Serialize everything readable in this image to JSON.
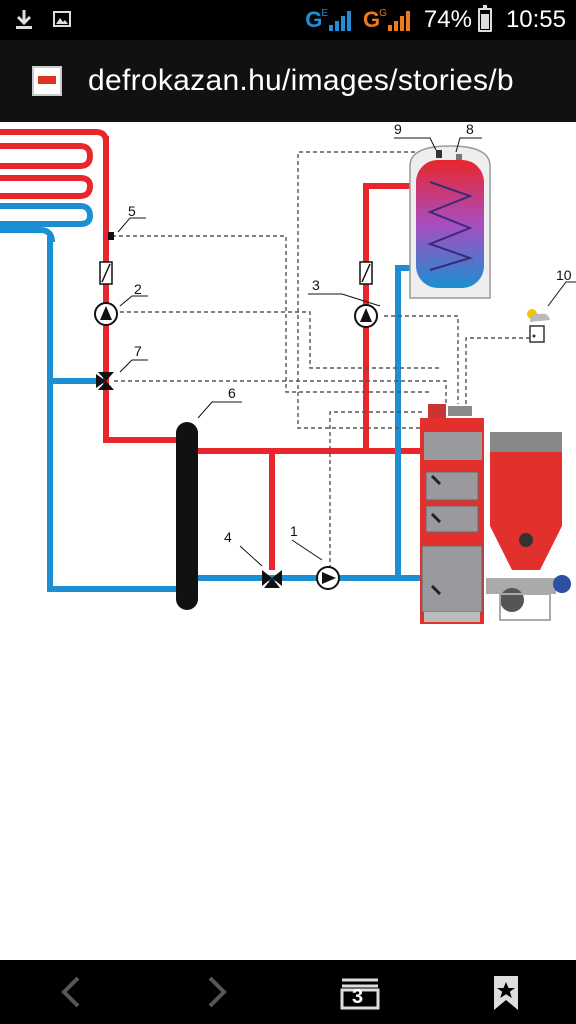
{
  "status_bar": {
    "network1": "G",
    "network1_sup": "E",
    "network2": "G",
    "network2_sup": "G",
    "battery": "74%",
    "battery_level": 0.74,
    "time": "10:55",
    "icons": [
      "download-icon",
      "image-icon",
      "battery-icon"
    ]
  },
  "browser": {
    "url": "defrokazan.hu/images/stories/b"
  },
  "diagram": {
    "labels": [
      "1",
      "2",
      "3",
      "4",
      "5",
      "6",
      "7",
      "8",
      "9",
      "10"
    ],
    "colors": {
      "hot": "#e8262b",
      "cold": "#1b8fd2",
      "tank": "#111111",
      "control": "#555555"
    }
  },
  "nav": {
    "tab_count": "3",
    "icons": [
      "back-icon",
      "forward-icon",
      "tabs-icon",
      "bookmark-icon"
    ]
  }
}
